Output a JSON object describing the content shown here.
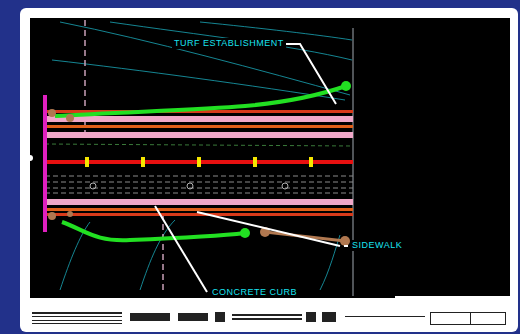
{
  "diagram": {
    "labels": [
      "TURF ESTABLISHMENT",
      "SIDEWALK",
      "CONCRETE CURB"
    ]
  }
}
